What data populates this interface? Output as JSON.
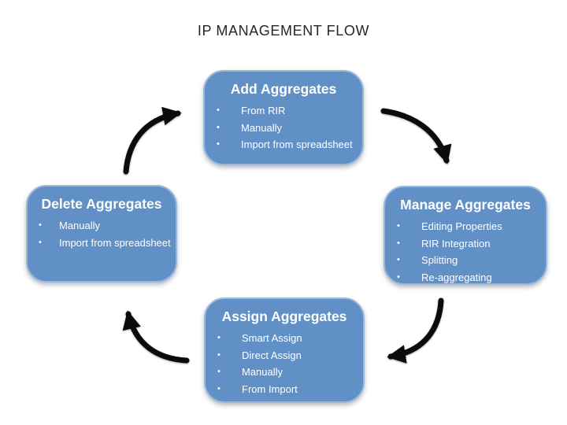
{
  "title": "IP MANAGEMENT FLOW",
  "icons": {
    "bullet": "•"
  },
  "colors": {
    "background": "#FFFFFF",
    "box_fill": "#6190C7",
    "box_border": "#9BB8DC",
    "box_text": "#FFFFFF",
    "arrow": "#0B0B0B",
    "title_text": "#262626"
  },
  "nodes": [
    {
      "id": "add-aggregates",
      "title": "Add Aggregates",
      "items": [
        "From RIR",
        "Manually",
        "Import from spreadsheet"
      ]
    },
    {
      "id": "manage-aggregates",
      "title": "Manage Aggregates",
      "items": [
        "Editing Properties",
        "RIR Integration",
        "Splitting",
        "Re-aggregating"
      ]
    },
    {
      "id": "assign-aggregates",
      "title": "Assign Aggregates",
      "items": [
        "Smart Assign",
        "Direct Assign",
        "Manually",
        "From Import"
      ]
    },
    {
      "id": "delete-aggregates",
      "title": "Delete Aggregates",
      "items": [
        "Manually",
        "Import from spreadsheet"
      ]
    }
  ],
  "arrows": [
    {
      "from": "Add Aggregates",
      "to": "Manage Aggregates"
    },
    {
      "from": "Manage Aggregates",
      "to": "Assign Aggregates"
    },
    {
      "from": "Assign Aggregates",
      "to": "Delete Aggregates"
    },
    {
      "from": "Delete Aggregates",
      "to": "Add Aggregates"
    }
  ]
}
